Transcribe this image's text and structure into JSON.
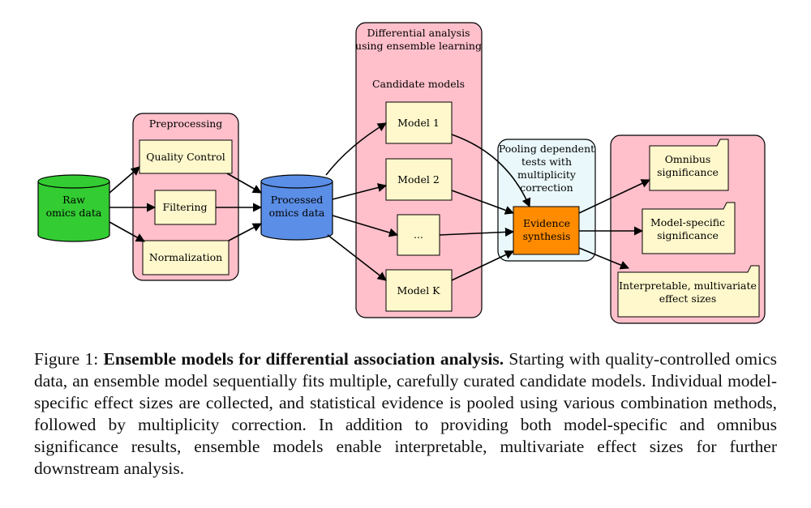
{
  "nodes": {
    "raw_line1": "Raw",
    "raw_line2": "omics data",
    "preprocessing_title": "Preprocessing",
    "quality_control": "Quality Control",
    "filtering": "Filtering",
    "normalization": "Normalization",
    "processed_line1": "Processed",
    "processed_line2": "omics data",
    "diff_title_line1": "Differential analysis",
    "diff_title_line2": "using ensemble learning",
    "candidate_models": "Candidate models",
    "model_1": "Model 1",
    "model_2": "Model 2",
    "model_dots": "...",
    "model_k": "Model K",
    "pooling_line1": "Pooling dependent",
    "pooling_line2": "tests with",
    "pooling_line3": "multiplicity",
    "pooling_line4": "correction",
    "evidence_line1": "Evidence",
    "evidence_line2": "synthesis",
    "omnibus_line1": "Omnibus",
    "omnibus_line2": "significance",
    "model_specific_line1": "Model-specific",
    "model_specific_line2": "significance",
    "interpretable_line1": "Interpretable, multivariate",
    "interpretable_line2": "effect sizes"
  },
  "colors": {
    "group_fill": "#ffc0cb",
    "box_fill": "#fff8cc",
    "raw_fill": "#33cc33",
    "processed_fill": "#5b8ee6",
    "evidence_fill": "#ff8c00",
    "pooling_fill": "#eaf8fb"
  },
  "caption": {
    "label": "Figure 1:",
    "title": "Ensemble models for differential association analysis.",
    "body": "Starting with quality-controlled omics data, an ensemble model sequentially fits multiple, carefully curated candidate models. Individual model-specific effect sizes are collected, and statistical evidence is pooled using various combination methods, followed by multiplicity correction. In addition to provid­ing both model-specific and omnibus significance results, ensemble models enable interpretable, multivariate effect sizes for further downstream analysis."
  }
}
